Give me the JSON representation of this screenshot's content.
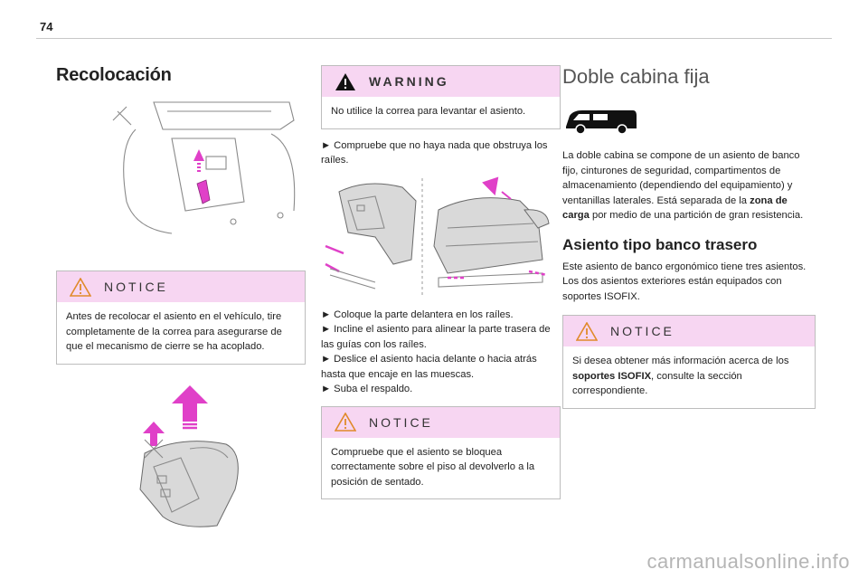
{
  "page_number": "74",
  "col1": {
    "title": "Recolocación",
    "notice": {
      "label": "NOTICE",
      "text": "Antes de recolocar el asiento en el vehículo, tire completamente de la correa para asegurarse de que el mecanismo de cierre se ha acoplado."
    }
  },
  "col2": {
    "warning": {
      "label": "WARNING",
      "text": "No utilice la correa para levantar el asiento."
    },
    "step1": "► Compruebe que no haya nada que obstruya los raíles.",
    "steps": [
      "► Coloque la parte delantera en los raíles.",
      "► Incline el asiento para alinear la parte trasera de las guías con los raíles.",
      "► Deslice el asiento hacia delante o hacia atrás hasta que encaje en las muescas.",
      "► Suba el respaldo."
    ],
    "notice": {
      "label": "NOTICE",
      "text": "Compruebe que el asiento se bloquea correctamente sobre el piso al devolverlo a la posición de sentado."
    }
  },
  "col3": {
    "title": "Doble cabina fija",
    "intro_part1": "La doble cabina se compone de un asiento de banco fijo, cinturones de seguridad, compartimentos de almacenamiento (dependiendo del equipamiento) y ventanillas laterales. Está separada de la ",
    "intro_bold": "zona de carga",
    "intro_part2": " por medio de una partición de gran resistencia.",
    "subtitle": "Asiento tipo banco trasero",
    "body": "Este asiento de banco ergonómico tiene tres asientos. Los dos asientos exteriores están equipados con soportes ISOFIX.",
    "notice": {
      "label": "NOTICE",
      "text_part1": "Si desea obtener más información acerca de los ",
      "text_bold": "soportes ISOFIX",
      "text_part2": ", consulte la sección correspondiente."
    }
  },
  "footer": "carmanualsonline.info",
  "colors": {
    "accent": "#e040c8",
    "box_header": "#f7d6f2"
  }
}
